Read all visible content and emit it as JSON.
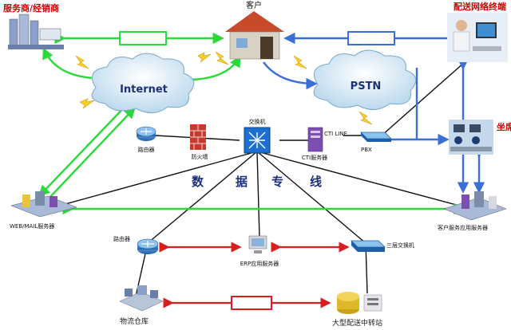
{
  "labels": {
    "supplier": "服务商/经销商",
    "customer": "客户",
    "delivery_terminal": "配送网络终端",
    "internet": "Internet",
    "pstn": "PSTN",
    "switch": "交换机",
    "router_top": "路由器",
    "firewall": "防火墙",
    "cti_line": "CTI LINE",
    "cti_server": "CTI服务器",
    "pbx": "PBX",
    "agent": "坐席",
    "dedicated_line": [
      "数",
      "据",
      "专",
      "线"
    ],
    "web_mail_server": "WEB/MAIL服务器",
    "customer_app_server": "客户服务应用服务器",
    "router_bottom": "路由器",
    "erp_server": "ERP应用服务器",
    "l3_switch": "三层交换机",
    "warehouse": "物流仓库",
    "transfer_station": "大型配送中转站"
  },
  "colors": {
    "green_link": "#2bd93a",
    "blue_link": "#3a6fd8",
    "red_link": "#d81e1e",
    "black_link": "#111111",
    "cloud": "#d6eaf6",
    "title_red": "#d40000"
  }
}
